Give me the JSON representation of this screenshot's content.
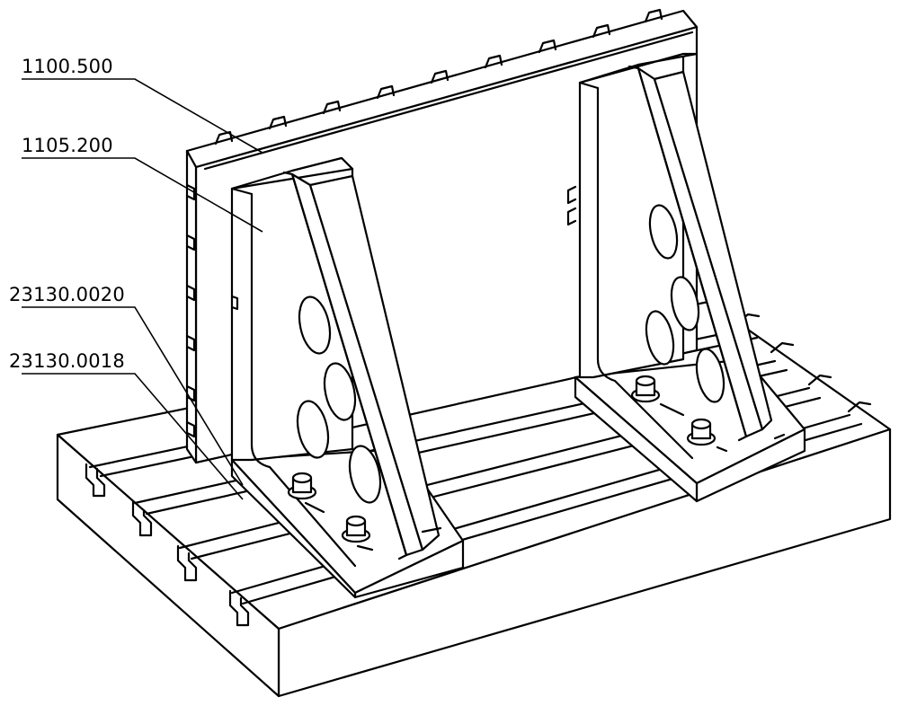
{
  "labels": {
    "l1": "1100.500",
    "l2": "1105.200",
    "l3": "23130.0020",
    "l4": "23130.0018"
  }
}
